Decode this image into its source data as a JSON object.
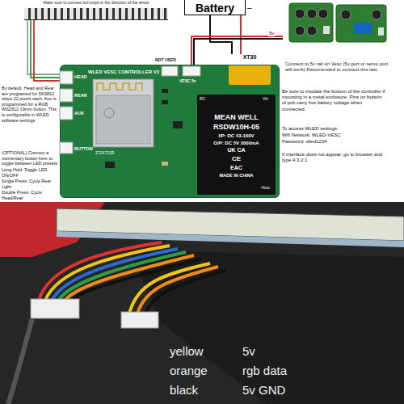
{
  "diagram": {
    "nodes": [
      {
        "text": [
          "Battery"
        ]
      },
      {
        "text": [
          "Make sure to connect led strips in the direction of the arrow"
        ]
      },
      {
        "text": [
          "WLED VESC CONTROLLER V2"
        ]
      },
      {
        "text": [
          "XT30"
        ],
        "in": 2
      },
      {
        "text": [
          "MEAN WELL",
          "RSDW10H-05",
          "I/P: DC 43-160V",
          "O/P: DC 5V 2000mA",
          "UK CA",
          "CE",
          "EAC",
          "MADE IN CHINA"
        ],
        "in": 2
      },
      {
        "text": [
          "Connect to 5v rail on Vesc (5v port or servo port will work) Recomended to connect this last."
        ]
      }
    ],
    "edges": [
      {
        "from": 0,
        "to": 3,
        "arrow": "none"
      },
      {
        "from": 1,
        "to": 2,
        "arrow": "none"
      },
      {
        "from": 5,
        "to": 2,
        "label": "5v",
        "arrow": "none"
      }
    ],
    "labels": [
      "By default, Head and Rear are programed for SK6812 strips 22 pixels each. Aux is programmed for a RGB WS2812 19mm button. This is configurable in WLED software settings",
      "(OPTIONAL) Connect a momentary button here to toggle between LED presets",
      "Long Hold: Toggle LED ON/OFF",
      "Single Press: Cycle Rear Light",
      "Double Press: Cycle Head/Rear",
      "Be sure to insulate the bottom of the controller if mounting in a metal enclosure. Pins on bottom of pcb carry live battery voltage when connected.",
      "To access WLED settings:",
      "Wifi Network: WLED-VESC",
      "Password: wled1234",
      "If interface does not appear, go to browser and type 4.3.2.1",
      "HEAD",
      "REAR",
      "AUX",
      "BUTTON",
      "NOT USED",
      "VESC 5v",
      "Z724721R",
      "RC",
      "Vin",
      "-Vout",
      "_",
      "yellow",
      "5v",
      "orange",
      "rgb data",
      "black",
      "5v GND"
    ]
  }
}
